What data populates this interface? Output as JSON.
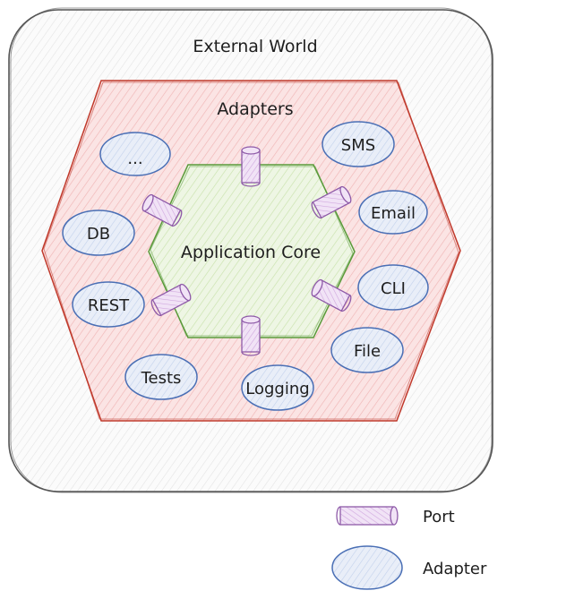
{
  "diagram": {
    "outer_label": "External World",
    "adapters_label": "Adapters",
    "core_label": "Application Core",
    "adapters": [
      {
        "id": "more",
        "label": "..."
      },
      {
        "id": "sms",
        "label": "SMS"
      },
      {
        "id": "email",
        "label": "Email"
      },
      {
        "id": "db",
        "label": "DB"
      },
      {
        "id": "cli",
        "label": "CLI"
      },
      {
        "id": "rest",
        "label": "REST"
      },
      {
        "id": "file",
        "label": "File"
      },
      {
        "id": "tests",
        "label": "Tests"
      },
      {
        "id": "logging",
        "label": "Logging"
      }
    ]
  },
  "legend": {
    "port_label": "Port",
    "adapter_label": "Adapter"
  },
  "colors": {
    "outer_stroke": "#555555",
    "outer_fill": "#f3f3f3",
    "hex_stroke": "#c0392b",
    "hex_fill": "#f8d7d7",
    "core_stroke": "#5a9a3a",
    "core_fill": "#e7f2d9",
    "port_stroke": "#8e5aa8",
    "port_fill": "#e3cdec",
    "adapter_stroke": "#4a6fb5",
    "adapter_fill": "#dde6f5"
  }
}
